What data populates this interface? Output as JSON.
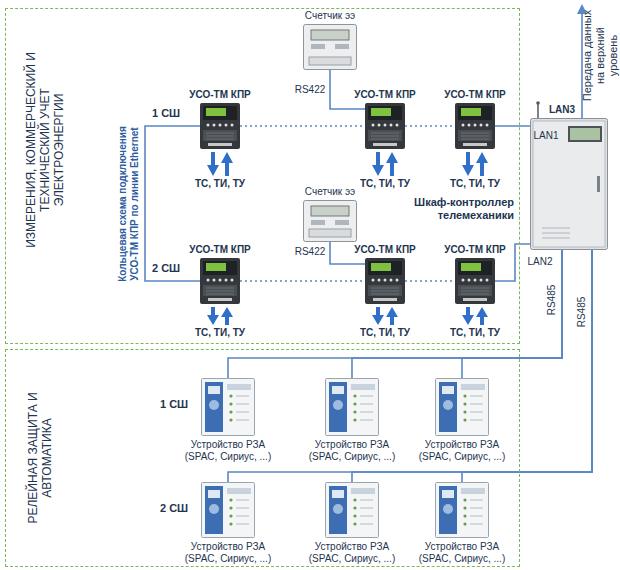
{
  "diagram": {
    "nodes": [
      {
        "text": [
          "ИЗМЕРЕНИЯ, КОММЕРЧЕСКИЙ И ТЕХНИЧЕСКИЙ УЧЕТ ЭЛЕКТРОЭНЕРГИИ"
        ]
      },
      {
        "text": [
          "Счетчик ээ"
        ],
        "in": 0
      },
      {
        "text": [
          "УСО-ТМ КПР"
        ],
        "in": 0
      },
      {
        "text": [
          "УСО-ТМ КПР"
        ],
        "in": 0
      },
      {
        "text": [
          "УСО-ТМ КПР"
        ],
        "in": 0
      },
      {
        "text": [
          "Счетчик ээ"
        ],
        "in": 0
      },
      {
        "text": [
          "УСО-ТМ КПР"
        ],
        "in": 0
      },
      {
        "text": [
          "УСО-ТМ КПР"
        ],
        "in": 0
      },
      {
        "text": [
          "УСО-ТМ КПР"
        ],
        "in": 0
      },
      {
        "text": [
          "Шкаф-контроллер телемеханики"
        ]
      },
      {
        "text": [
          "РЕЛЕЙНАЯ ЗАЩИТА И АВТОМАТИКА"
        ]
      },
      {
        "text": [
          "Устройство РЗА (SPAC, Сириус, ...)"
        ],
        "in": 10
      },
      {
        "text": [
          "Устройство РЗА (SPAC, Сириус, ...)"
        ],
        "in": 10
      },
      {
        "text": [
          "Устройство РЗА (SPAC, Сириус, ...)"
        ],
        "in": 10
      },
      {
        "text": [
          "Устройство РЗА (SPAC, Сириус, ...)"
        ],
        "in": 10
      },
      {
        "text": [
          "Устройство РЗА (SPAC, Сириус, ...)"
        ],
        "in": 10
      },
      {
        "text": [
          "Устройство РЗА (SPAC, Сириус, ...)"
        ],
        "in": 10
      }
    ],
    "edges": [
      {
        "from": 2,
        "to": 3,
        "arrow": "none"
      },
      {
        "from": 3,
        "to": 4,
        "arrow": "none"
      },
      {
        "from": 4,
        "to": 9,
        "label": "LAN1",
        "arrow": "none"
      },
      {
        "from": 6,
        "to": 7,
        "arrow": "none"
      },
      {
        "from": 7,
        "to": 8,
        "arrow": "none"
      },
      {
        "from": 8,
        "to": 9,
        "label": "LAN2",
        "arrow": "none"
      },
      {
        "from": 2,
        "to": 6,
        "label": "Кольцевая схема подключения УСО-ТМ КПР по линии Ethernet",
        "arrow": "none"
      },
      {
        "from": 1,
        "to": 3,
        "label": "RS422",
        "arrow": "none"
      },
      {
        "from": 5,
        "to": 7,
        "label": "RS422",
        "arrow": "none"
      },
      {
        "from": 9,
        "to": 11,
        "label": "RS485",
        "arrow": "none"
      },
      {
        "from": 9,
        "to": 12,
        "arrow": "none"
      },
      {
        "from": 9,
        "to": 13,
        "arrow": "none"
      },
      {
        "from": 9,
        "to": 14,
        "label": "RS485",
        "arrow": "none"
      },
      {
        "from": 9,
        "to": 15,
        "arrow": "none"
      },
      {
        "from": 9,
        "to": 16,
        "arrow": "none"
      }
    ],
    "labels": [
      "1 СШ",
      "ТС, ТИ, ТУ",
      "ТС, ТИ, ТУ",
      "ТС, ТИ, ТУ",
      "2 СШ",
      "ТС, ТИ, ТУ",
      "ТС, ТИ, ТУ",
      "ТС, ТИ, ТУ",
      "LAN3",
      "Передача данных на верхний уровень",
      "1 СШ",
      "2 СШ"
    ]
  }
}
